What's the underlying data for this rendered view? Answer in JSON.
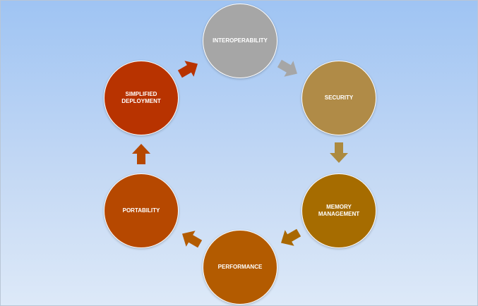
{
  "diagram": {
    "nodes": [
      {
        "id": "interoperability",
        "label": "INTEROPERABILITY",
        "color": "#a6a6a6"
      },
      {
        "id": "security",
        "label": "SECURITY",
        "color": "#b08b47"
      },
      {
        "id": "memory-management",
        "label": "MEMORY\nMANAGEMENT",
        "color": "#a66c00"
      },
      {
        "id": "performance",
        "label": "PERFORMANCE",
        "color": "#b35b00"
      },
      {
        "id": "portability",
        "label": "PORTABILITY",
        "color": "#b64800"
      },
      {
        "id": "simplified-deployment",
        "label": "SIMPLIFIED\nDEPLOYMENT",
        "color": "#b83300"
      }
    ],
    "arrows": [
      {
        "from": "interoperability",
        "to": "security",
        "color": "#a6a6a6"
      },
      {
        "from": "security",
        "to": "memory-management",
        "color": "#ac8a3f"
      },
      {
        "from": "memory-management",
        "to": "performance",
        "color": "#a96800"
      },
      {
        "from": "performance",
        "to": "portability",
        "color": "#b35b00"
      },
      {
        "from": "portability",
        "to": "simplified-deployment",
        "color": "#b64800"
      },
      {
        "from": "simplified-deployment",
        "to": "interoperability",
        "color": "#b83300"
      }
    ]
  }
}
